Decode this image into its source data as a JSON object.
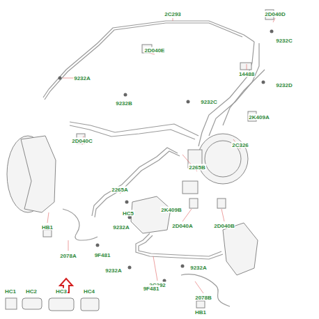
{
  "diagram": {
    "labels": [
      "2C293",
      "2D040D",
      "9232C",
      "9232A",
      "2D040E",
      "14488",
      "9232D",
      "9232B",
      "9232C",
      "2K409A",
      "2D040C",
      "2C326",
      "2265B",
      "2265A",
      "2K409B",
      "HC5",
      "HB1",
      "9232A",
      "9F481",
      "2D040A",
      "2D040B",
      "2078A",
      "2C292",
      "9232A",
      "9232A",
      "9F481",
      "2078B",
      "HC1",
      "HC2",
      "HC3",
      "HC4",
      "HB1"
    ]
  }
}
